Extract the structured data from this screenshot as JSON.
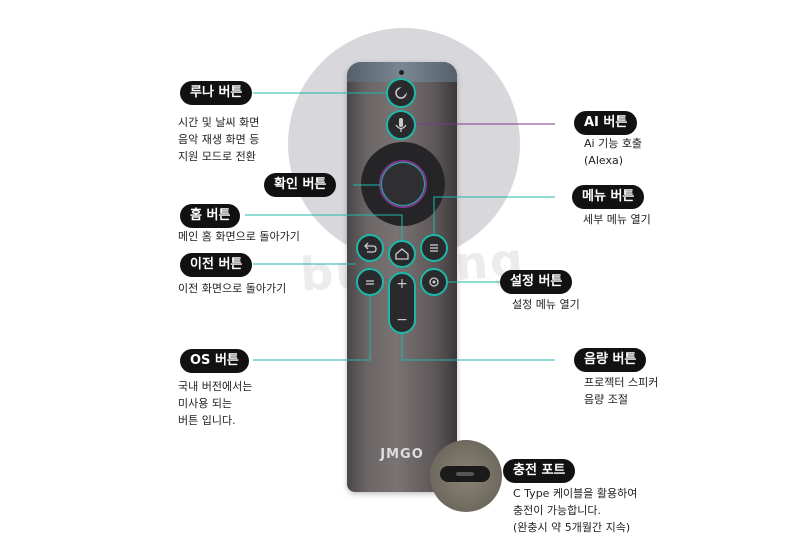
{
  "labels": {
    "luna": {
      "title": "루나 버튼",
      "desc": [
        "시간 및 날씨 화면",
        "음악 재생 화면 등",
        "지원 모드로 전환"
      ]
    },
    "ai": {
      "title": "AI 버튼",
      "desc": [
        "Ai 기능 호출",
        "(Alexa)"
      ]
    },
    "confirm": {
      "title": "확인 버튼"
    },
    "menu": {
      "title": "메뉴 버튼",
      "desc": [
        "세부 메뉴 열기"
      ]
    },
    "home": {
      "title": "홈 버튼",
      "desc": [
        "메인 홈 화면으로 돌아가기"
      ]
    },
    "back": {
      "title": "이전 버튼",
      "desc": [
        "이전 화면으로 돌아가기"
      ]
    },
    "settings": {
      "title": "설정 버튼",
      "desc": [
        "설정 메뉴 열기"
      ]
    },
    "os": {
      "title": "OS 버튼",
      "desc": [
        "국내 버전에서는",
        "미사용 되는",
        "버튼 입니다."
      ]
    },
    "volume": {
      "title": "음량 버튼",
      "desc": [
        "프로젝터 스피커",
        "음량 조절"
      ]
    },
    "charge": {
      "title": "충전 포트",
      "desc": [
        "C Type 케이블을 활용하여",
        "충전이 가능합니다.",
        "(완충시 약 5개월간 지속)"
      ]
    }
  },
  "remote": {
    "brand": "JMGO"
  },
  "watermark": {
    "text": "bunjang"
  },
  "colors": {
    "accent": "#1fb8a8",
    "line_ai": "#7d3a8c"
  }
}
